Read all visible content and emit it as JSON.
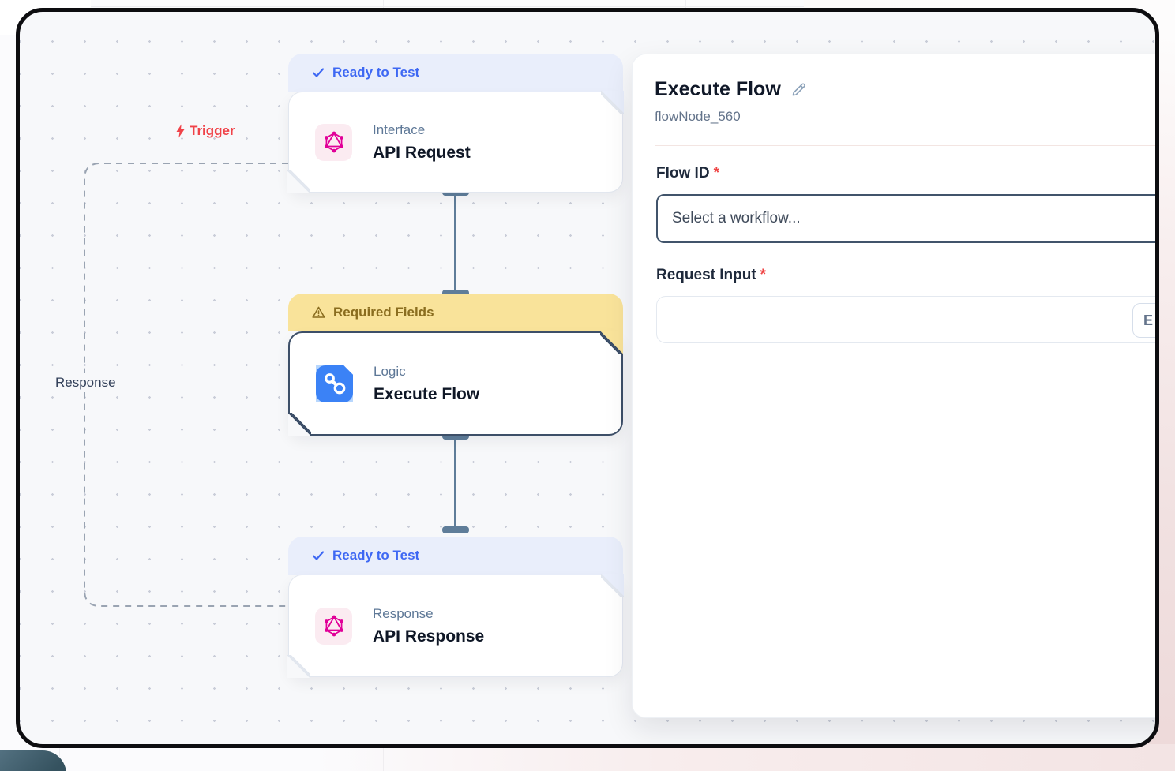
{
  "canvas": {
    "trigger_label": "Trigger",
    "response_label": "Response",
    "nodes": [
      {
        "status": "Ready to Test",
        "status_type": "ready",
        "category": "Interface",
        "title": "API Request",
        "icon": "graphql-icon",
        "selected": false
      },
      {
        "status": "Required Fields",
        "status_type": "warning",
        "category": "Logic",
        "title": "Execute Flow",
        "icon": "flow-icon",
        "selected": true
      },
      {
        "status": "Ready to Test",
        "status_type": "ready",
        "category": "Response",
        "title": "API Response",
        "icon": "graphql-icon",
        "selected": false
      }
    ]
  },
  "panel": {
    "title": "Execute Flow",
    "node_id": "flowNode_560",
    "required_marker": "*",
    "fields": [
      {
        "label": "Flow ID",
        "required": true,
        "control": "select",
        "placeholder": "Select a workflow..."
      },
      {
        "label": "Request Input",
        "required": true,
        "control": "textarea",
        "value": "",
        "button_label": "E"
      }
    ]
  },
  "icons": {
    "check-icon": "checkmark",
    "warning-icon": "alert-triangle",
    "lightning-icon": "bolt",
    "pencil-icon": "edit-pen",
    "graphql-icon": "hexagram-node-graph",
    "flow-icon": "linked-nodes"
  },
  "colors": {
    "ready_badge_bg": "#e9eefb",
    "ready_badge_text": "#3e68f3",
    "warning_badge_bg": "#f9e39a",
    "warning_badge_text": "#8a6d1f",
    "selected_border": "#3d4f68",
    "accent_blue": "#3b82f6",
    "graphql_pink": "#e10098",
    "trigger_red": "#f04349",
    "connector_slate": "#5f7d99",
    "canvas_bg": "#f7f8fa",
    "frame_black": "#0d0d10",
    "required_red": "#ef4444"
  }
}
